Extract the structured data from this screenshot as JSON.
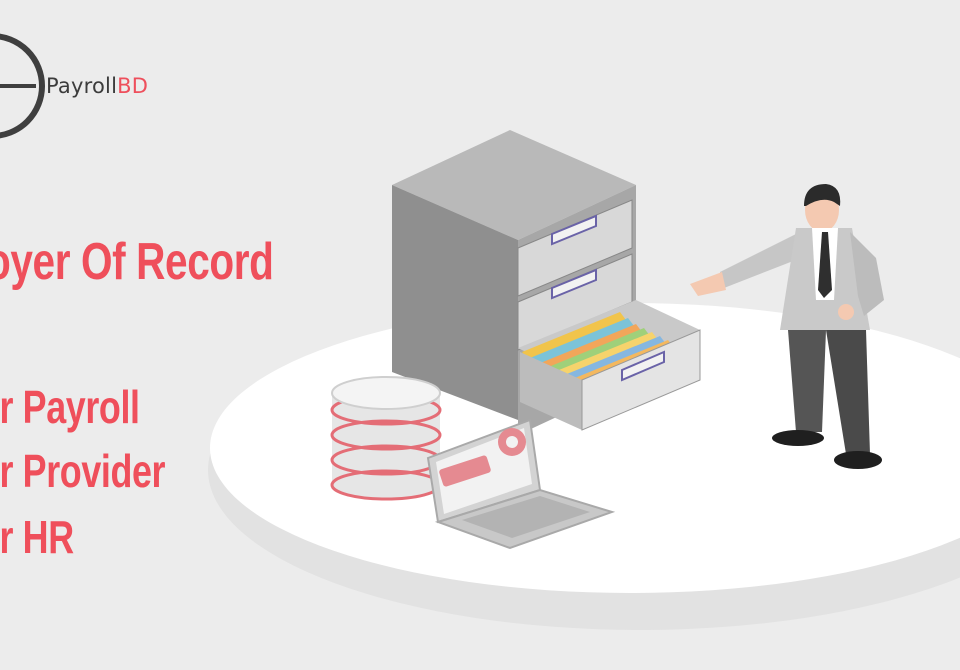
{
  "brand": {
    "name_part1": "Payroll",
    "name_part2": "BD",
    "accent_color": "#ee4f5c"
  },
  "headline": "oyer Of Record",
  "lines": [
    "or Payroll",
    "or Provider",
    "or HR"
  ],
  "colors": {
    "background": "#ececec",
    "text_accent": "#ef4f5b",
    "platform": "#ffffff",
    "cabinet": "#9a9a9a"
  }
}
